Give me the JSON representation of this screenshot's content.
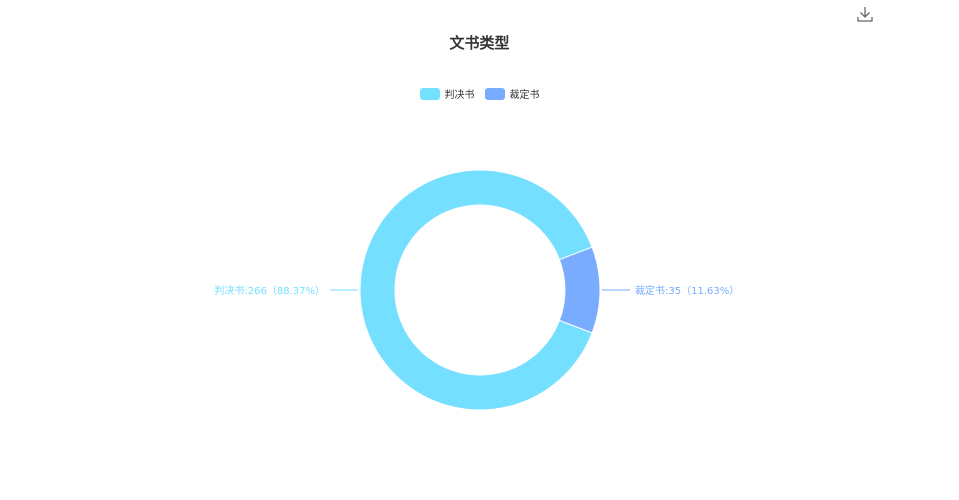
{
  "toolbox": {
    "icon": "download-icon"
  },
  "chart_data": {
    "type": "pie",
    "title": "文书类型",
    "legend_position": "top-center",
    "donut": true,
    "slices": [
      {
        "name": "判决书",
        "value": 266,
        "percent": "88.37%",
        "color": "#75dfff",
        "label": "判决书:266（88.37%）"
      },
      {
        "name": "裁定书",
        "value": 35,
        "percent": "11.63%",
        "color": "#79abff",
        "label": "裁定书:35（11.63%）"
      }
    ]
  }
}
